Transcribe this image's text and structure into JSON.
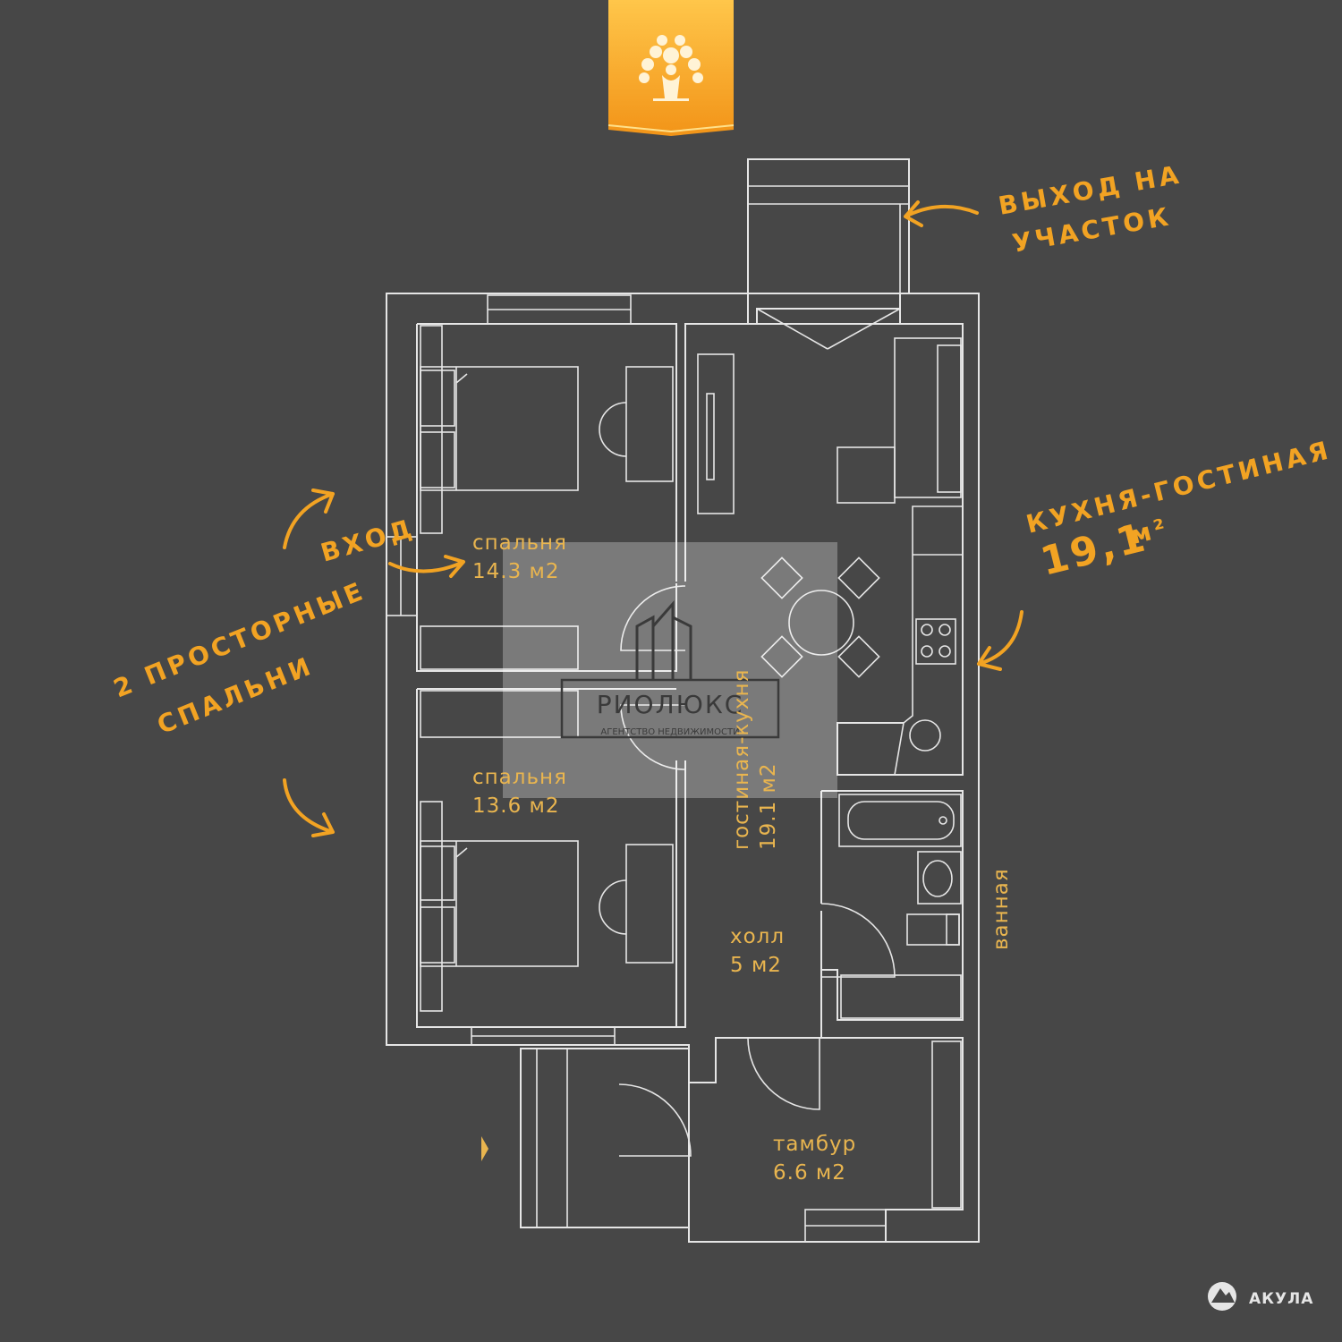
{
  "brand": {
    "accent": "#f2a323",
    "badge_icon": "tree-people-icon"
  },
  "rooms": {
    "bedroom1": {
      "name": "спальня",
      "area": "14.3 м2"
    },
    "bedroom2": {
      "name": "спальня",
      "area": "13.6 м2"
    },
    "living": {
      "name": "гостиная-кухня",
      "area": "19.1 м2"
    },
    "hall": {
      "name": "холл",
      "area": "5 м2"
    },
    "vestibule": {
      "name": "тамбур",
      "area": "6.6 м2"
    },
    "bathroom": {
      "name": "ванная"
    }
  },
  "callouts": {
    "exit_line1": "ВЫХОД НА",
    "exit_line2": "УЧАСТОК",
    "kitchen_line1": "КУХНЯ-ГОСТИНАЯ",
    "kitchen_area": "19,1",
    "kitchen_unit": "м²",
    "bedrooms_line1": "2 ПРОСТОРНЫЕ",
    "bedrooms_line2": "СПАЛЬНИ",
    "entrance": "ВХОД"
  },
  "watermark": {
    "name": "РИОЛЮКС",
    "subtitle": "АГЕНТСТВО НЕДВИЖИМОСТИ"
  },
  "footer": {
    "logo_text": "АКУЛА",
    "logo_icon": "shark-mountain-icon"
  }
}
